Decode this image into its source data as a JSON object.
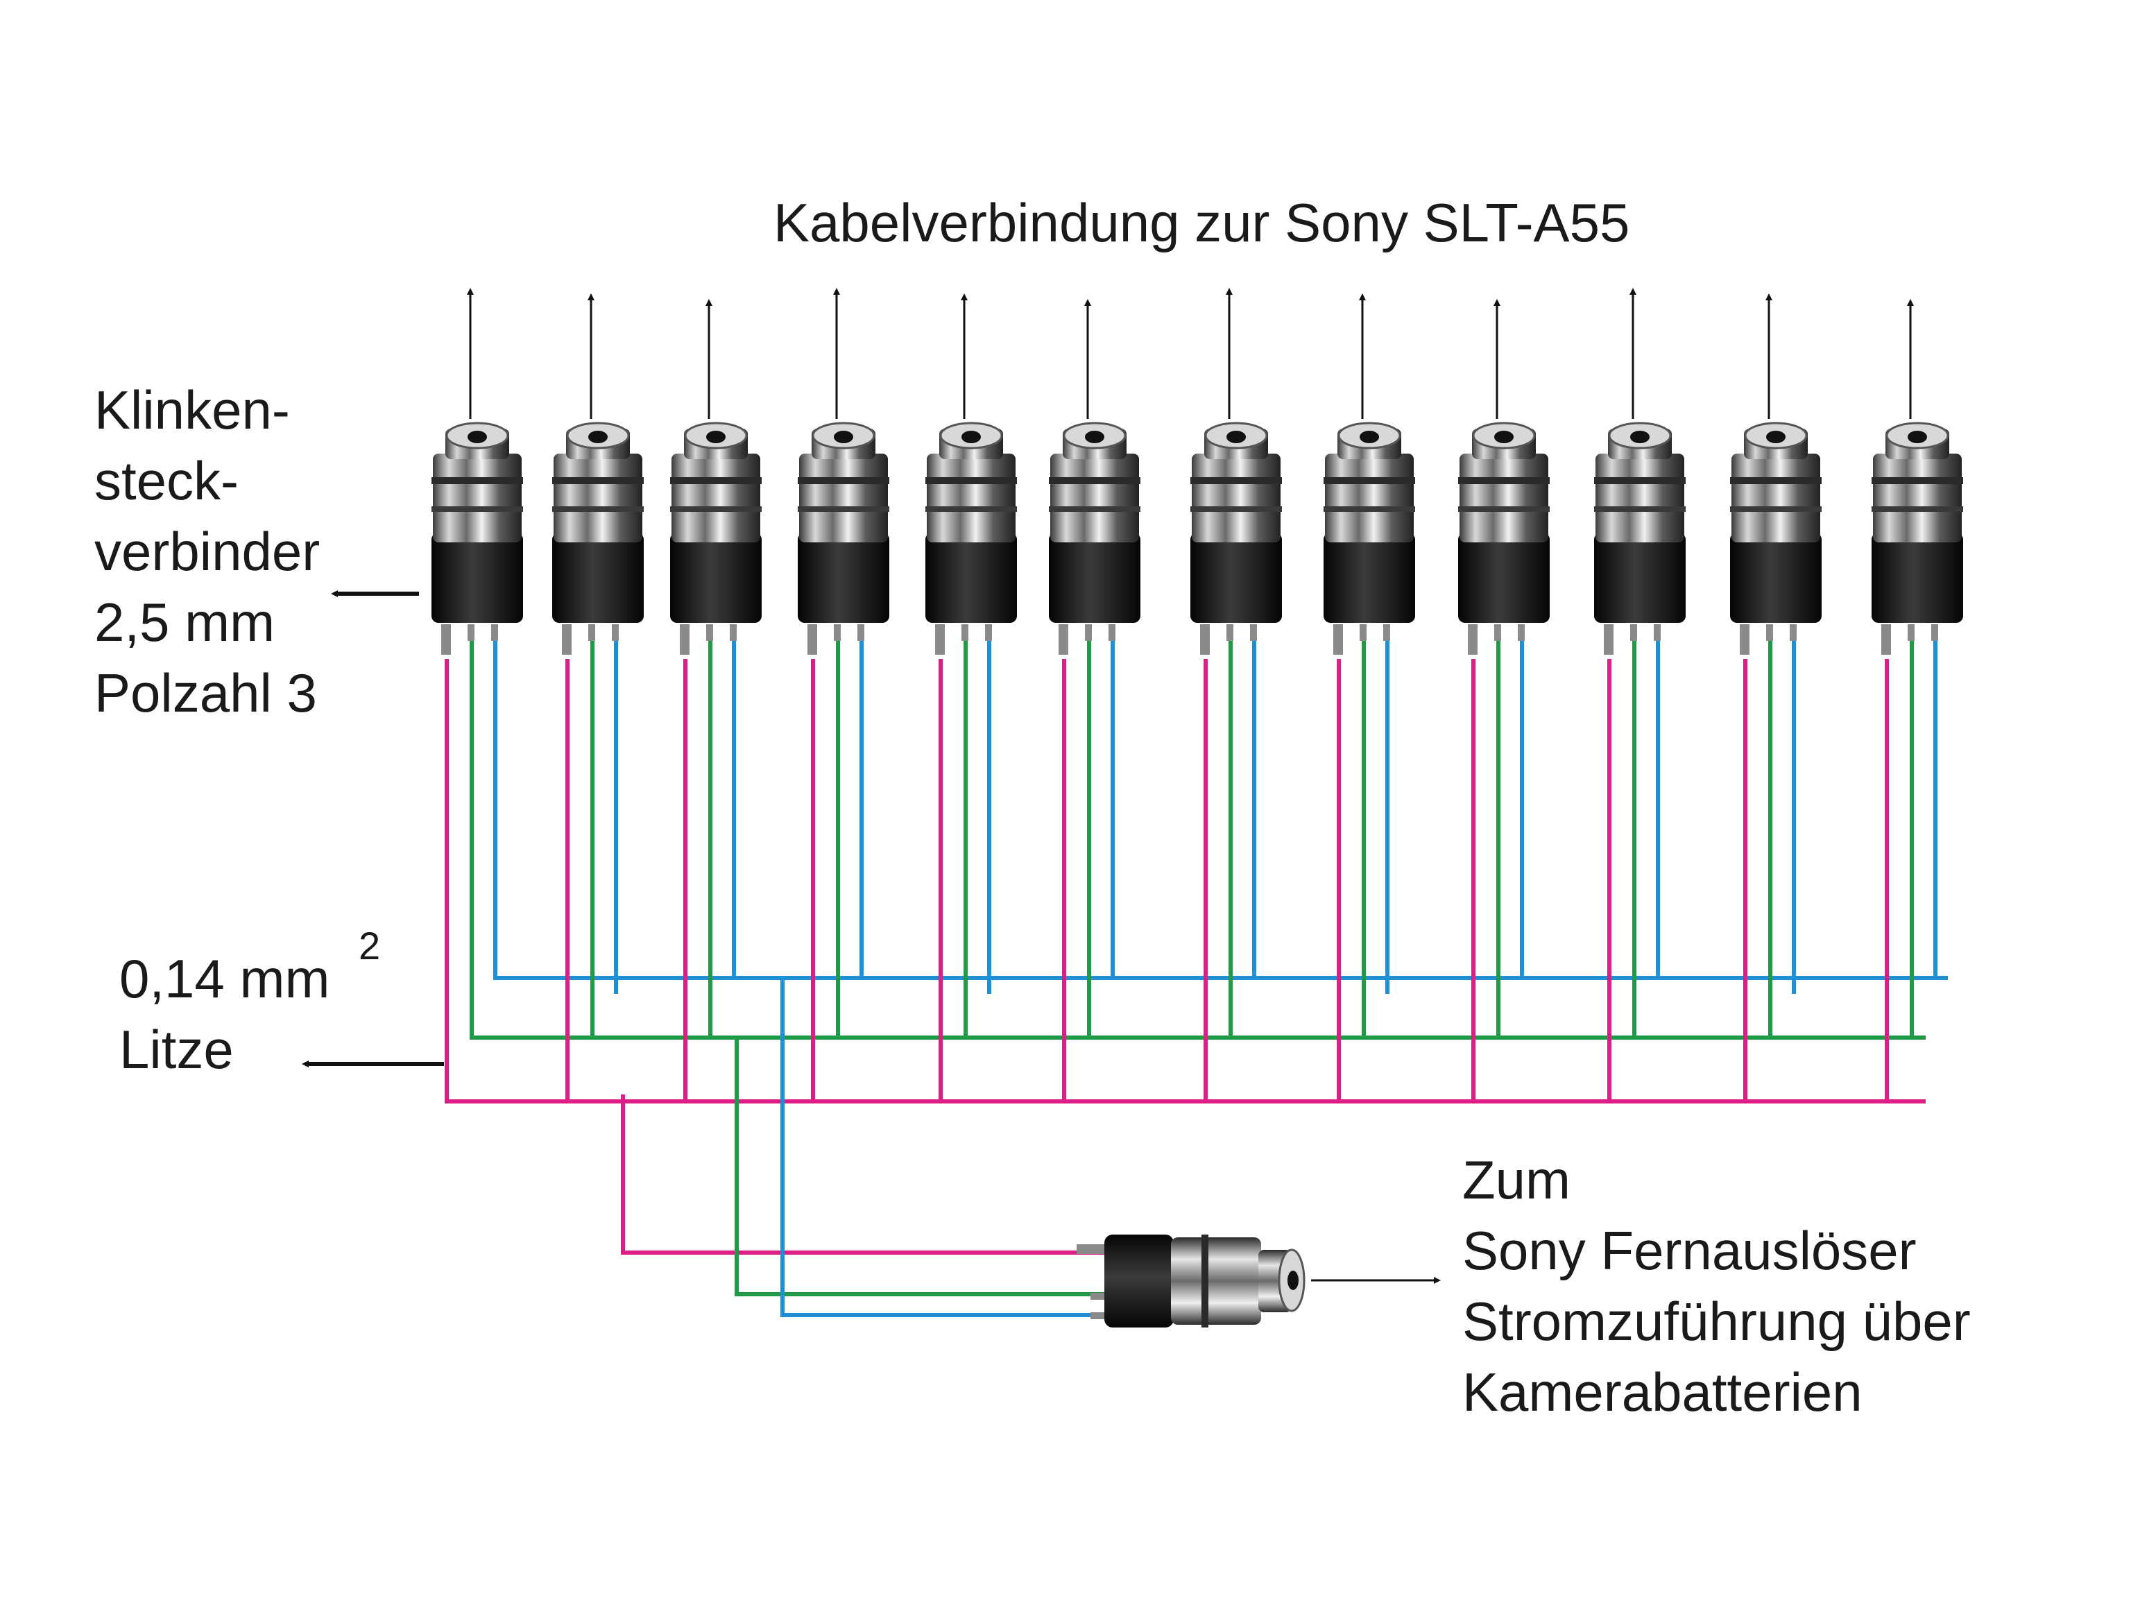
{
  "title": "Kabelverbindung zur Sony SLT-A55",
  "jack_label": {
    "lines": [
      "Klinken-",
      "steck-",
      "verbinder",
      "2,5 mm",
      "Polzahl 3"
    ]
  },
  "wire_label": {
    "area": "0,14 mm",
    "area_exponent": "2",
    "type": "Litze"
  },
  "remote_label": {
    "lines": [
      "Zum",
      "Sony Fernauslöser",
      "Stromzuführung über",
      "Kamerabatterien"
    ]
  },
  "jacks": {
    "count": 12,
    "shell_color": "#111111",
    "metal_color": "#b8b8b8"
  },
  "wire_colors": {
    "pin1": "#dd1e86",
    "pin2": "#1f9b48",
    "pin3": "#1f8fd6"
  }
}
